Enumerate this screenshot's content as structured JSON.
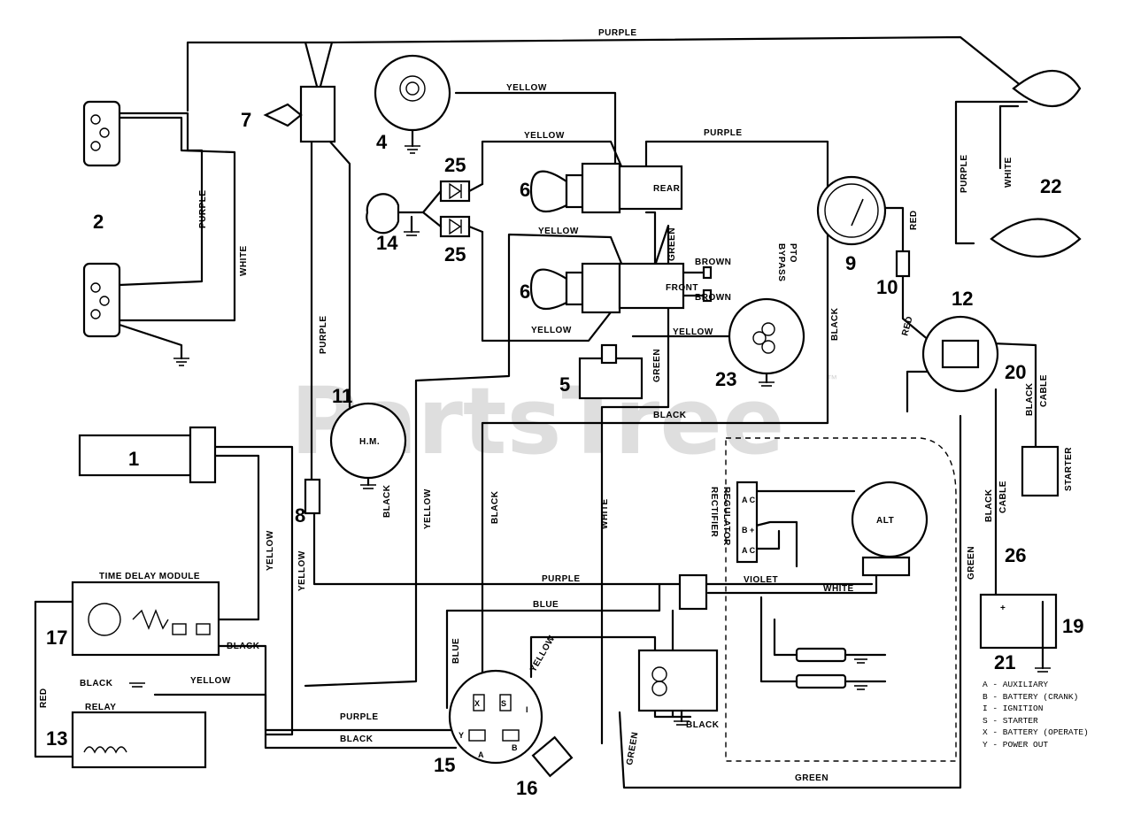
{
  "watermark": {
    "text": "PartsTree",
    "mark": "™"
  },
  "part_numbers": {
    "n1": "1",
    "n2": "2",
    "n4": "4",
    "n5": "5",
    "n6a": "6",
    "n6b": "6",
    "n7": "7",
    "n8": "8",
    "n9": "9",
    "n10": "10",
    "n11": "11",
    "n12": "12",
    "n13": "13",
    "n14": "14",
    "n15": "15",
    "n16": "16",
    "n17": "17",
    "n19": "19",
    "n20": "20",
    "n21": "21",
    "n22": "22",
    "n23": "23",
    "n25a": "25",
    "n25b": "25",
    "n26": "26"
  },
  "wire_labels": {
    "purple_top": "PURPLE",
    "yellow_top": "YELLOW",
    "yellow_2": "YELLOW",
    "purple_2": "PURPLE",
    "yellow_3": "YELLOW",
    "yellow_4": "YELLOW",
    "yellow_5": "YELLOW",
    "green_v": "GREEN",
    "green_v2": "GREEN",
    "black_mid": "BLACK",
    "black_right": "BLACK",
    "red_9": "RED",
    "red_12": "RED",
    "purple_left": "PURPLE",
    "white_left": "WHITE",
    "purple_light": "PURPLE",
    "white_light": "WHITE",
    "purple_v8": "PURPLE",
    "yellow_v1": "YELLOW",
    "yellow_v2": "YELLOW",
    "yellow_v3": "YELLOW",
    "black_v": "BLACK",
    "white_v": "WHITE",
    "black_hm": "BLACK",
    "purple_h": "PURPLE",
    "blue_h": "BLUE",
    "violet": "VIOLET",
    "white_alt": "WHITE",
    "blue_v": "BLUE",
    "yellow_v4": "YELLOW",
    "black_17": "BLACK",
    "black_17b": "BLACK",
    "yellow_17": "YELLOW",
    "red_v": "RED",
    "purple_bot": "PURPLE",
    "black_bot": "BLACK",
    "black_rr": "BLACK",
    "green_bot": "GREEN",
    "green_bot2": "GREEN",
    "green_right": "GREEN",
    "black_cable": "BLACK",
    "cable": "CABLE",
    "black_cable2": "BLACK",
    "cable2": "CABLE",
    "brown1": "BROWN",
    "brown2": "BROWN",
    "pto": "PTO",
    "bypass": "BYPASS"
  },
  "component_labels": {
    "rear": "REAR",
    "front": "FRONT",
    "hm": "H.M.",
    "alt": "ALT",
    "starter": "STARTER",
    "regulator": "REGULATOR",
    "rectifier": "RECTIFIER",
    "time_delay": "TIME DELAY MODULE",
    "relay": "RELAY",
    "plus": "+",
    "reg_ac1": "A C",
    "reg_b": "B +",
    "reg_ac2": "A C",
    "sw_x": "X",
    "sw_s": "S",
    "sw_i": "I",
    "sw_y": "Y",
    "sw_b": "B",
    "sw_a": "A"
  },
  "legend": [
    "A - AUXILIARY",
    "B - BATTERY (CRANK)",
    "I - IGNITION",
    "S - STARTER",
    "X - BATTERY (OPERATE)",
    "Y - POWER OUT"
  ]
}
